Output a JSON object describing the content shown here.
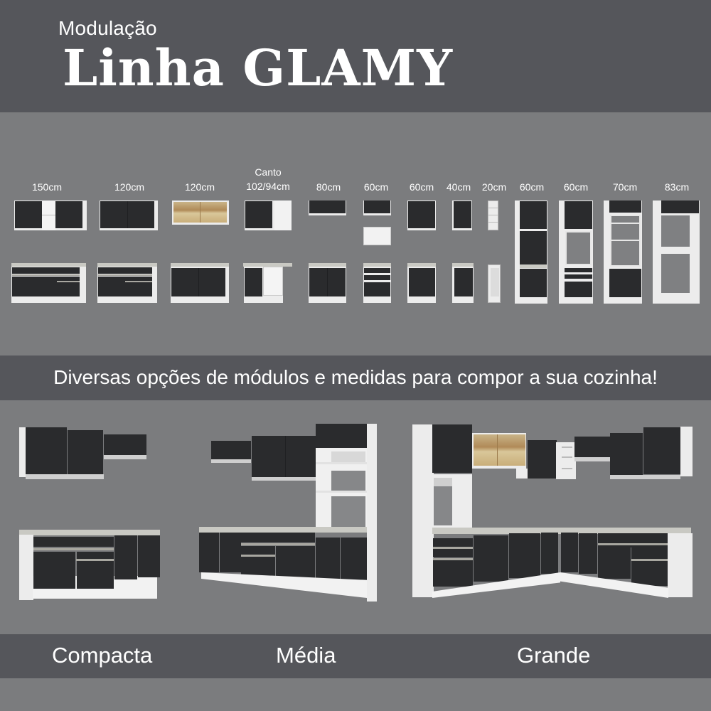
{
  "header": {
    "subtitle": "Modulação",
    "title": "Linha GLAMY"
  },
  "modules": [
    {
      "label": "150cm"
    },
    {
      "label": "120cm"
    },
    {
      "label": "120cm"
    },
    {
      "label_line1": "Canto",
      "label_line2": "102/94cm"
    },
    {
      "label": "80cm"
    },
    {
      "label": "60cm"
    },
    {
      "label": "60cm"
    },
    {
      "label": "40cm"
    },
    {
      "label": "20cm"
    },
    {
      "label": "60cm"
    },
    {
      "label": "60cm"
    },
    {
      "label": "70cm"
    },
    {
      "label": "83cm"
    }
  ],
  "tagline": "Diversas opções de módulos e medidas para compor a sua cozinha!",
  "layouts": [
    {
      "label": "Compacta"
    },
    {
      "label": "Média"
    },
    {
      "label": "Grande"
    }
  ],
  "colors": {
    "band": "#55565b",
    "background": "#7b7c7e",
    "door": "#2a2b2d",
    "carcass": "#ececec",
    "countertop": "#c9c9c3"
  }
}
